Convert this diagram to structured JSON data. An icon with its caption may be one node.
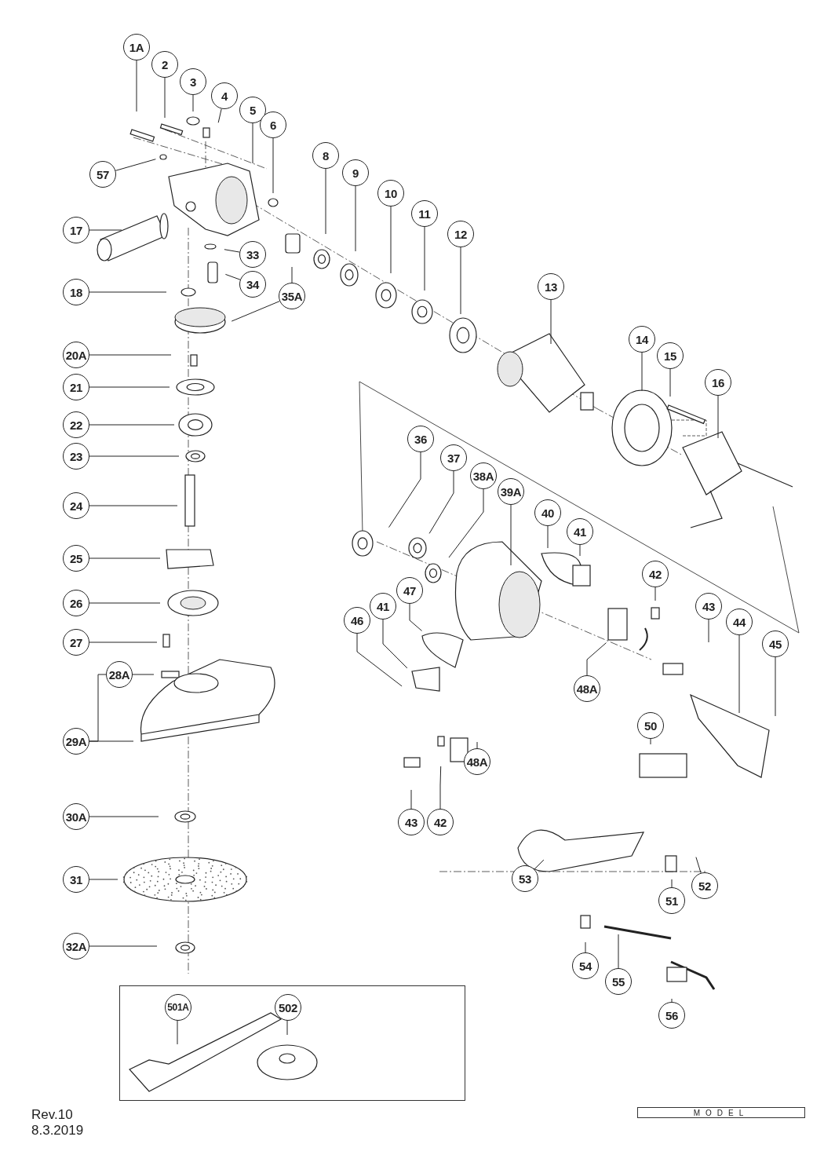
{
  "diagram": {
    "nodes": [
      {
        "text": [
          "1A"
        ]
      },
      {
        "text": [
          "2"
        ]
      },
      {
        "text": [
          "3"
        ]
      },
      {
        "text": [
          "4"
        ]
      },
      {
        "text": [
          "5"
        ]
      },
      {
        "text": [
          "6"
        ]
      },
      {
        "text": [
          "8"
        ]
      },
      {
        "text": [
          "9"
        ]
      },
      {
        "text": [
          "10"
        ]
      },
      {
        "text": [
          "57"
        ]
      },
      {
        "text": [
          "11"
        ]
      },
      {
        "text": [
          "12"
        ]
      },
      {
        "text": [
          "17"
        ]
      },
      {
        "text": [
          "33"
        ]
      },
      {
        "text": [
          "34"
        ]
      },
      {
        "text": [
          "18"
        ]
      },
      {
        "text": [
          "35A"
        ]
      },
      {
        "text": [
          "13"
        ]
      },
      {
        "text": [
          "20A"
        ]
      },
      {
        "text": [
          "21"
        ]
      },
      {
        "text": [
          "14"
        ]
      },
      {
        "text": [
          "15"
        ]
      },
      {
        "text": [
          "16"
        ]
      },
      {
        "text": [
          "22"
        ]
      },
      {
        "text": [
          "23"
        ]
      },
      {
        "text": [
          "36"
        ]
      },
      {
        "text": [
          "37"
        ]
      },
      {
        "text": [
          "38A"
        ]
      },
      {
        "text": [
          "39A"
        ]
      },
      {
        "text": [
          "24"
        ]
      },
      {
        "text": [
          "40"
        ]
      },
      {
        "text": [
          "41"
        ]
      },
      {
        "text": [
          "25"
        ]
      },
      {
        "text": [
          "42"
        ]
      },
      {
        "text": [
          "43"
        ]
      },
      {
        "text": [
          "26"
        ]
      },
      {
        "text": [
          "47"
        ]
      },
      {
        "text": [
          "44"
        ]
      },
      {
        "text": [
          "46"
        ]
      },
      {
        "text": [
          "41"
        ]
      },
      {
        "text": [
          "45"
        ]
      },
      {
        "text": [
          "27"
        ]
      },
      {
        "text": [
          "28A"
        ]
      },
      {
        "text": [
          "48A"
        ]
      },
      {
        "text": [
          "50"
        ]
      },
      {
        "text": [
          "29A"
        ]
      },
      {
        "text": [
          "43"
        ]
      },
      {
        "text": [
          "42"
        ]
      },
      {
        "text": [
          "48A"
        ]
      },
      {
        "text": [
          "30A"
        ]
      },
      {
        "text": [
          "53"
        ]
      },
      {
        "text": [
          "31"
        ]
      },
      {
        "text": [
          "51"
        ]
      },
      {
        "text": [
          "52"
        ]
      },
      {
        "text": [
          "32A"
        ]
      },
      {
        "text": [
          "54"
        ]
      },
      {
        "text": [
          "55"
        ]
      },
      {
        "text": [
          "56"
        ]
      },
      {
        "text": [],
        "shape": "box"
      },
      {
        "text": [
          "501A"
        ],
        "in": 58
      },
      {
        "text": [
          "502"
        ],
        "in": 58
      }
    ],
    "edges": [
      {
        "from": 0,
        "to": null,
        "arrow": "none"
      },
      {
        "from": 1,
        "to": null,
        "arrow": "none"
      },
      {
        "from": 2,
        "to": null,
        "arrow": "none"
      },
      {
        "from": 3,
        "to": null,
        "arrow": "none"
      },
      {
        "from": 4,
        "to": null,
        "arrow": "none"
      },
      {
        "from": 5,
        "to": null,
        "arrow": "none"
      },
      {
        "from": 6,
        "to": null,
        "arrow": "none"
      },
      {
        "from": 7,
        "to": null,
        "arrow": "none"
      },
      {
        "from": 8,
        "to": null,
        "arrow": "none"
      },
      {
        "from": 9,
        "to": null,
        "arrow": "none"
      },
      {
        "from": 10,
        "to": null,
        "arrow": "none"
      },
      {
        "from": 11,
        "to": null,
        "arrow": "none"
      },
      {
        "from": 12,
        "to": null,
        "arrow": "none"
      },
      {
        "from": 13,
        "to": null,
        "arrow": "none"
      },
      {
        "from": 14,
        "to": null,
        "arrow": "none"
      },
      {
        "from": 15,
        "to": null,
        "arrow": "none"
      },
      {
        "from": 16,
        "to": null,
        "arrow": "none"
      },
      {
        "from": 17,
        "to": null,
        "arrow": "none"
      },
      {
        "from": 18,
        "to": null,
        "arrow": "none"
      },
      {
        "from": 19,
        "to": null,
        "arrow": "none"
      },
      {
        "from": 20,
        "to": null,
        "arrow": "none"
      },
      {
        "from": 21,
        "to": null,
        "arrow": "none"
      },
      {
        "from": 22,
        "to": null,
        "arrow": "none"
      },
      {
        "from": 23,
        "to": null,
        "arrow": "none"
      },
      {
        "from": 24,
        "to": null,
        "arrow": "none"
      },
      {
        "from": 25,
        "to": null,
        "arrow": "none"
      },
      {
        "from": 26,
        "to": null,
        "arrow": "none"
      },
      {
        "from": 27,
        "to": null,
        "arrow": "none"
      },
      {
        "from": 28,
        "to": null,
        "arrow": "none"
      },
      {
        "from": 29,
        "to": null,
        "arrow": "none"
      },
      {
        "from": 30,
        "to": null,
        "arrow": "none"
      },
      {
        "from": 31,
        "to": null,
        "arrow": "none"
      },
      {
        "from": 32,
        "to": null,
        "arrow": "none"
      },
      {
        "from": 33,
        "to": null,
        "arrow": "none"
      },
      {
        "from": 34,
        "to": null,
        "arrow": "none"
      },
      {
        "from": 35,
        "to": null,
        "arrow": "none"
      },
      {
        "from": 36,
        "to": null,
        "arrow": "none"
      },
      {
        "from": 37,
        "to": null,
        "arrow": "none"
      },
      {
        "from": 38,
        "to": null,
        "arrow": "none"
      },
      {
        "from": 39,
        "to": null,
        "arrow": "none"
      },
      {
        "from": 40,
        "to": null,
        "arrow": "none"
      },
      {
        "from": 41,
        "to": null,
        "arrow": "none"
      },
      {
        "from": 42,
        "to": null,
        "arrow": "none"
      },
      {
        "from": 43,
        "to": null,
        "arrow": "none"
      },
      {
        "from": 44,
        "to": null,
        "arrow": "none"
      },
      {
        "from": 45,
        "to": null,
        "arrow": "none"
      },
      {
        "from": 46,
        "to": null,
        "arrow": "none"
      },
      {
        "from": 47,
        "to": null,
        "arrow": "none"
      },
      {
        "from": 48,
        "to": null,
        "arrow": "none"
      },
      {
        "from": 49,
        "to": null,
        "arrow": "none"
      },
      {
        "from": 50,
        "to": null,
        "arrow": "none"
      },
      {
        "from": 51,
        "to": null,
        "arrow": "none"
      },
      {
        "from": 52,
        "to": null,
        "arrow": "none"
      },
      {
        "from": 53,
        "to": null,
        "arrow": "none"
      },
      {
        "from": 54,
        "to": null,
        "arrow": "none"
      },
      {
        "from": 55,
        "to": null,
        "arrow": "none"
      },
      {
        "from": 56,
        "to": null,
        "arrow": "none"
      },
      {
        "from": 57,
        "to": null,
        "arrow": "none"
      },
      {
        "from": 59,
        "to": null,
        "arrow": "none"
      },
      {
        "from": 60,
        "to": null,
        "arrow": "none"
      },
      {
        "from": 16,
        "to": null,
        "arrow": "none"
      },
      {
        "from": 45,
        "to": 42,
        "arrow": "none"
      }
    ],
    "labels": [
      "Rev.10",
      "8.3.2019",
      "MODEL"
    ]
  }
}
